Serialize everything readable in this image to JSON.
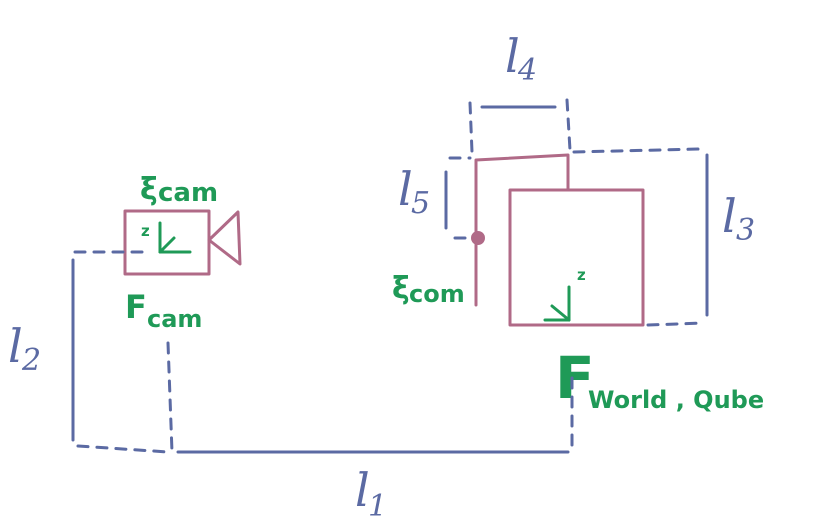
{
  "labels": {
    "l1": {
      "letter": "l",
      "sub": "1"
    },
    "l2": {
      "letter": "l",
      "sub": "2"
    },
    "l3": {
      "letter": "l",
      "sub": "3"
    },
    "l4": {
      "letter": "l",
      "sub": "4"
    },
    "l5": {
      "letter": "l",
      "sub": "5"
    }
  },
  "frames": {
    "cam_xi": {
      "symbol": "ξ",
      "text": "cam"
    },
    "cam_F": {
      "symbol": "F",
      "text": "cam"
    },
    "com_xi": {
      "symbol": "ξ",
      "text": "com"
    },
    "world_F": {
      "symbol": "F",
      "text": "World , Qube"
    },
    "cam_z": "z",
    "world_z": "z"
  },
  "colors": {
    "dimension": "#5b6aa3",
    "body": "#b06a87",
    "frame": "#1f9a57"
  }
}
